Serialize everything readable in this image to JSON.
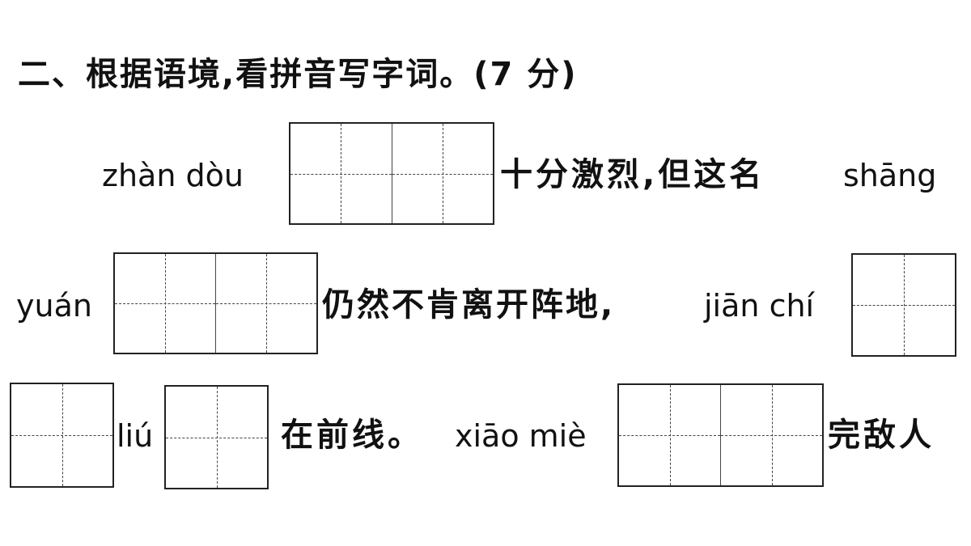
{
  "title": "二、根据语境,看拼音写字词。(7 分)",
  "line1": {
    "pinyin_1": "zhàn dòu",
    "text_1": "十分激烈,但这名",
    "pinyin_2": "shāng"
  },
  "line2": {
    "pinyin_1": "yuán",
    "text_1": "仍然不肯离开阵地,",
    "pinyin_2": "jiān chí"
  },
  "line3": {
    "pinyin_1": "liú",
    "text_1": "在前线。",
    "pinyin_2": "xiāo miè",
    "text_2": "完敌人"
  }
}
